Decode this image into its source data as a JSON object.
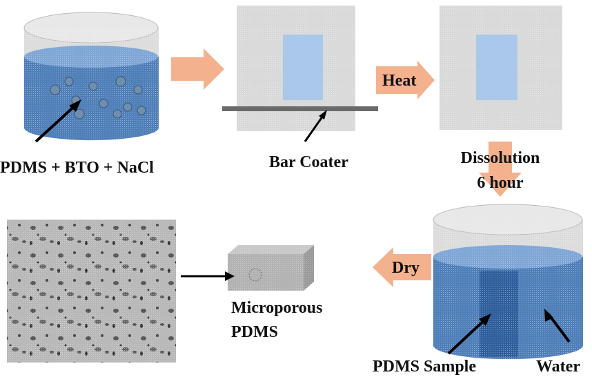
{
  "labels": {
    "mixture": "PDMS + BTO + NaCl",
    "bar_coater": "Bar Coater",
    "heat": "Heat",
    "dissolution_line1": "Dissolution",
    "dissolution_line2": "6 hour",
    "dry": "Dry",
    "microporous_line1": "Microporous",
    "microporous_line2": "PDMS",
    "pdms_sample": "PDMS Sample",
    "water": "Water"
  },
  "colors": {
    "glass": "#d4d4d4",
    "liquid": "#4f7fb8",
    "sample": "#2f5f9c",
    "film": "#a9c8ea",
    "panel": "#d9d9d9",
    "process_arrow": "#f4b18e",
    "bar": "#6a6a6a"
  }
}
